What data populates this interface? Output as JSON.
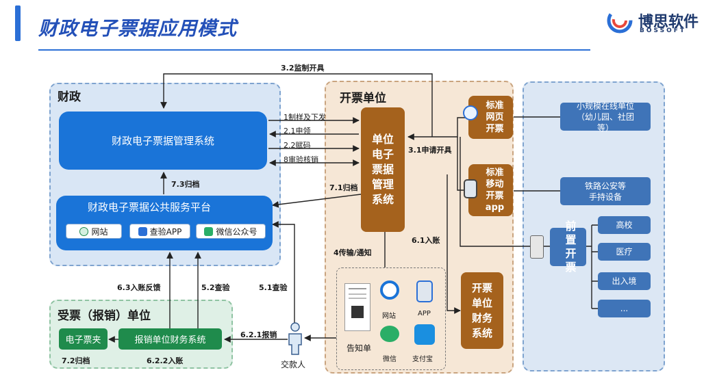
{
  "header": {
    "title": "财政电子票据应用模式",
    "logo_text": "博思软件",
    "logo_sub": "BOSSOFT"
  },
  "zones": {
    "finance": "财政",
    "receiver": "受票（报销）单位",
    "issuer": "开票单位"
  },
  "finance": {
    "management_system": "财政电子票据管理系统",
    "platform_title": "财政电子票据公共服务平台",
    "channels": [
      "网站",
      "查验APP",
      "微信公众号"
    ]
  },
  "issuer": {
    "unit_system": "单位电子票据管理系统",
    "std_web": "标准网页开票",
    "std_mobile": "标准移动开票app",
    "finance_system": "开票单位财务系统",
    "notice_label": "告知单",
    "channels": [
      "网站",
      "APP",
      "微信",
      "支付宝"
    ]
  },
  "right": {
    "small_units": "小规模在线单位（幼儿园、社团等）",
    "railway": "铁路公安等手持设备",
    "front": "前置开票",
    "industries": [
      "高校",
      "医疗",
      "出入境",
      "..."
    ]
  },
  "receiver": {
    "e_folder": "电子票夹",
    "reimb_system": "报销单位财务系统",
    "payer": "交款人"
  },
  "flows": {
    "supervise": "3.2监制开具",
    "issue_template": "1制样及下发",
    "apply": "2.1申领",
    "assign_code": "2.2赋码",
    "audit": "8审验核销",
    "apply_issue": "3.1申请开具",
    "archive_71": "7.1归档",
    "archive_73": "7.3归档",
    "transmit": "4传输/通知",
    "account_61": "6.1入账",
    "feedback_63": "6.3入账反馈",
    "verify_52": "5.2查验",
    "verify_51": "5.1查验",
    "reimburse_621": "6.2.1报销",
    "account_622": "6.2.2入账",
    "archive_72": "7.2归档"
  },
  "colors": {
    "accent": "#2b6fd6",
    "finance_blue": "#1a74d8",
    "issuer_brown": "#a5621d",
    "receiver_green": "#1f8b4c",
    "steel": "#3f74b8"
  }
}
